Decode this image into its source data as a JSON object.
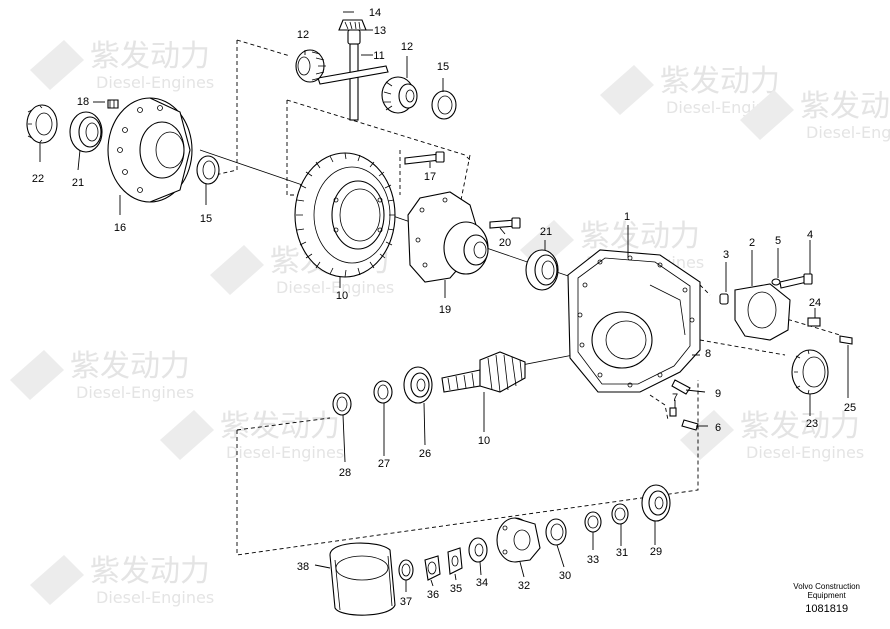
{
  "watermark": {
    "cn": "紫发动力",
    "en": "Diesel-Engines"
  },
  "labels": {
    "l1": "1",
    "l2": "2",
    "l3": "3",
    "l4": "4",
    "l5": "5",
    "l6": "6",
    "l7": "7",
    "l8": "8",
    "l9": "9",
    "l10a": "10",
    "l10b": "10",
    "l11": "11",
    "l12a": "12",
    "l12b": "12",
    "l13": "13",
    "l14": "14",
    "l15a": "15",
    "l15b": "15",
    "l16": "16",
    "l17": "17",
    "l18": "18",
    "l19": "19",
    "l20": "20",
    "l21a": "21",
    "l21b": "21",
    "l22": "22",
    "l23": "23",
    "l24": "24",
    "l25": "25",
    "l26": "26",
    "l27": "27",
    "l28": "28",
    "l29": "29",
    "l30": "30",
    "l31": "31",
    "l32": "32",
    "l33": "33",
    "l34": "34",
    "l35": "35",
    "l36": "36",
    "l37": "37",
    "l38": "38"
  },
  "brand": {
    "line1": "Volvo Construction",
    "line2": "Equipment",
    "drawing_no": "1081819"
  }
}
